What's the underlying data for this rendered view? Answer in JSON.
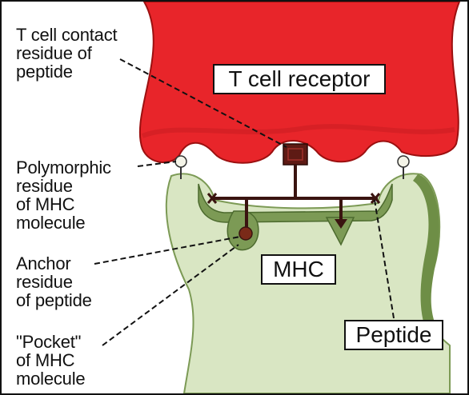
{
  "labels": {
    "tcr": "T cell receptor",
    "mhc": "MHC",
    "peptide": "Peptide",
    "tcell_contact": "T cell contact\nresidue of\npeptide",
    "polymorphic": "Polymorphic\nresidue\nof MHC\nmolecule",
    "anchor": "Anchor\nresidue\nof peptide",
    "pocket": "\"Pocket\"\nof MHC\nmolecule"
  },
  "colors": {
    "tcr_red": "#e8252a",
    "tcr_dark": "#9c1010",
    "contact_dark": "#5e1a14",
    "mhc_light": "#d9e6c3",
    "mhc_green": "#7c9a55",
    "mhc_dark_green": "#4c6a2e",
    "pocket_brown": "#7a2a18"
  }
}
